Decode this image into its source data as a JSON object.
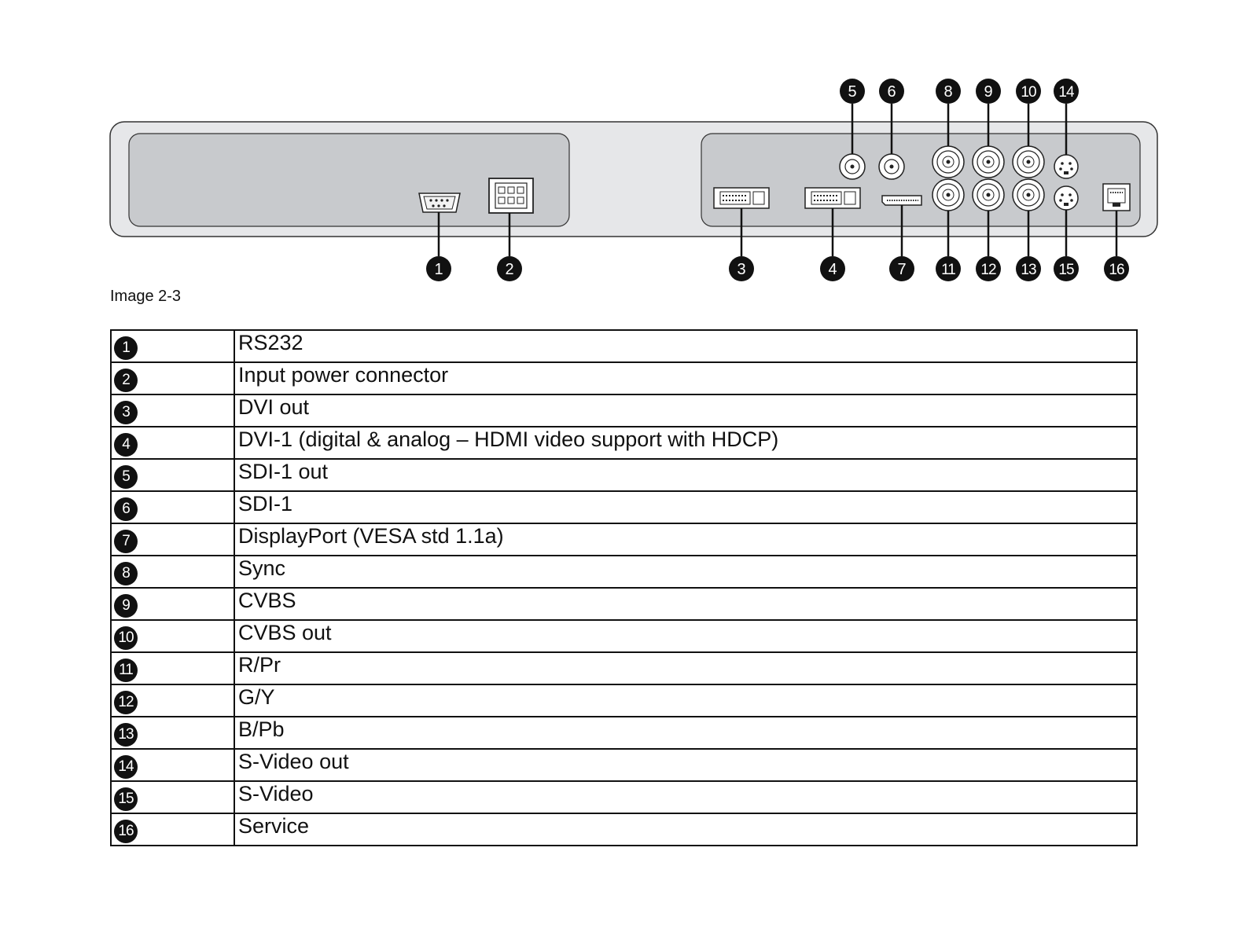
{
  "figure": {
    "callouts_top": [
      "5",
      "6",
      "8",
      "9",
      "10",
      "14"
    ],
    "callouts_bottom": [
      "1",
      "2",
      "3",
      "4",
      "7",
      "11",
      "12",
      "13",
      "15",
      "16"
    ]
  },
  "caption": "Image 2-3",
  "legend": [
    {
      "num": "1",
      "label": "RS232"
    },
    {
      "num": "2",
      "label": "Input power connector"
    },
    {
      "num": "3",
      "label": "DVI out"
    },
    {
      "num": "4",
      "label": "DVI-1 (digital & analog – HDMI video support with HDCP)"
    },
    {
      "num": "5",
      "label": "SDI-1 out"
    },
    {
      "num": "6",
      "label": "SDI-1"
    },
    {
      "num": "7",
      "label": "DisplayPort (VESA std 1.1a)"
    },
    {
      "num": "8",
      "label": "Sync"
    },
    {
      "num": "9",
      "label": "CVBS"
    },
    {
      "num": "10",
      "label": "CVBS out"
    },
    {
      "num": "11",
      "label": "R/Pr"
    },
    {
      "num": "12",
      "label": "G/Y"
    },
    {
      "num": "13",
      "label": "B/Pb"
    },
    {
      "num": "14",
      "label": "S-Video out"
    },
    {
      "num": "15",
      "label": "S-Video"
    },
    {
      "num": "16",
      "label": "Service"
    }
  ]
}
